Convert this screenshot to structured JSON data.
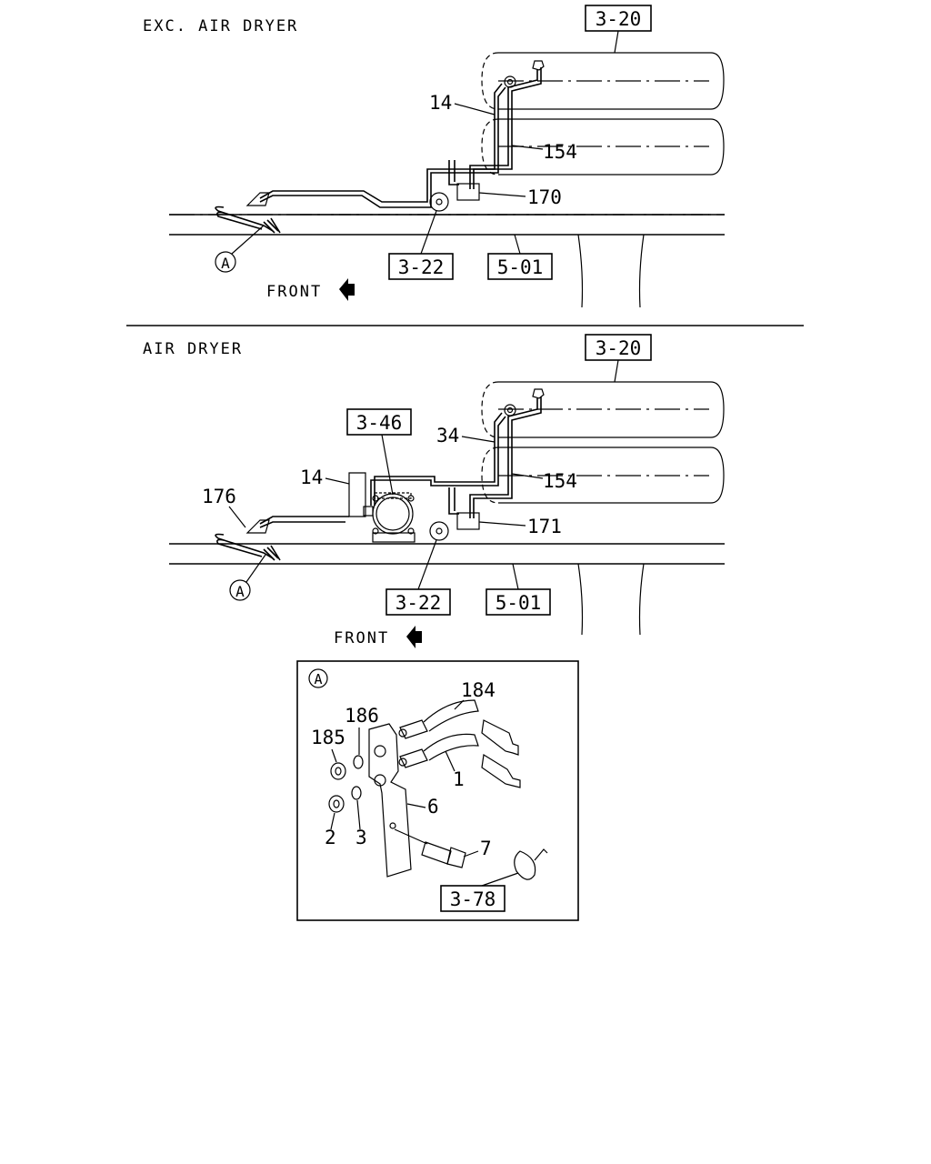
{
  "sections": {
    "top": {
      "title": "EXC. AIR DRYER",
      "refs": {
        "tank": "3-20",
        "bracket": "3-22",
        "frame": "5-01"
      },
      "labels": {
        "pipe_front": "14",
        "pipe_rear": "154",
        "fitting": "170",
        "detail_marker": "A"
      },
      "front_label": "FRONT"
    },
    "middle": {
      "title": "AIR DRYER",
      "refs": {
        "tank": "3-20",
        "dryer": "3-46",
        "bracket": "3-22",
        "frame": "5-01"
      },
      "labels": {
        "pipe_front": "34",
        "pipe_rear": "154",
        "pipe_dryer": "14",
        "pipe_hose": "176",
        "fitting": "171",
        "detail_marker": "A"
      },
      "front_label": "FRONT"
    },
    "detail": {
      "marker": "A",
      "labels": {
        "hose_upper": "184",
        "hose_lower": "1",
        "washer_upper": "186",
        "nut_upper": "185",
        "nut_lower": "2",
        "washer_lower": "3",
        "bracket": "6",
        "bolt": "7"
      },
      "refs": {
        "clip": "3-78"
      }
    }
  },
  "icons": {
    "front_arrow": "left-arrow-icon",
    "detail_marker": "circled-letter-icon"
  }
}
